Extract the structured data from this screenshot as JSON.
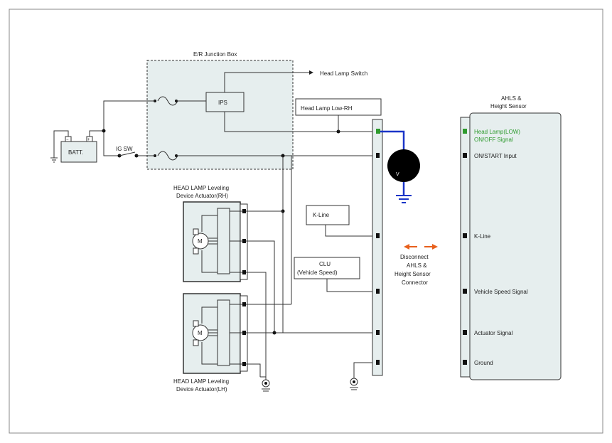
{
  "labels": {
    "junction_box": "E/R Junction Box",
    "head_lamp_switch": "Head Lamp Switch",
    "ips": "IPS",
    "head_lamp_low_rh": "Head Lamp Low-RH",
    "batt": "BATT.",
    "ig_sw": "IG SW",
    "actuator_rh_line1": "HEAD LAMP Leveling",
    "actuator_rh_line2": "Device Actuator(RH)",
    "actuator_lh_line1": "HEAD LAMP Leveling",
    "actuator_lh_line2": "Device Actuator(LH)",
    "motor": "M",
    "voltmeter": "V",
    "k_line": "K-Line",
    "clu_line1": "CLU",
    "clu_line2": "(Vehicle Speed)",
    "disconnect_line1": "Disconnect",
    "disconnect_line2": "AHLS &",
    "disconnect_line3": "Height Sensor",
    "disconnect_line4": "Connector",
    "ahls_title_line1": "AHLS &",
    "ahls_title_line2": "Height Sensor"
  },
  "pins": [
    {
      "label": "Head Lamp(LOW)",
      "label2": "ON/OFF Signal",
      "highlighted": true
    },
    {
      "label": "ON/START Input",
      "label2": "",
      "highlighted": false
    },
    {
      "label": "K-Line",
      "label2": "",
      "highlighted": false
    },
    {
      "label": "Vehicle Speed Signal",
      "label2": "",
      "highlighted": false
    },
    {
      "label": "Actuator Signal",
      "label2": "",
      "highlighted": false
    },
    {
      "label": "Ground",
      "label2": "",
      "highlighted": false
    }
  ],
  "colors": {
    "probe_wire": "#1a35c8",
    "probe_pin": "#2e9a2e",
    "disconnect_arrow": "#e8601c",
    "panel_fill": "#e6eeee",
    "line": "#333333"
  }
}
